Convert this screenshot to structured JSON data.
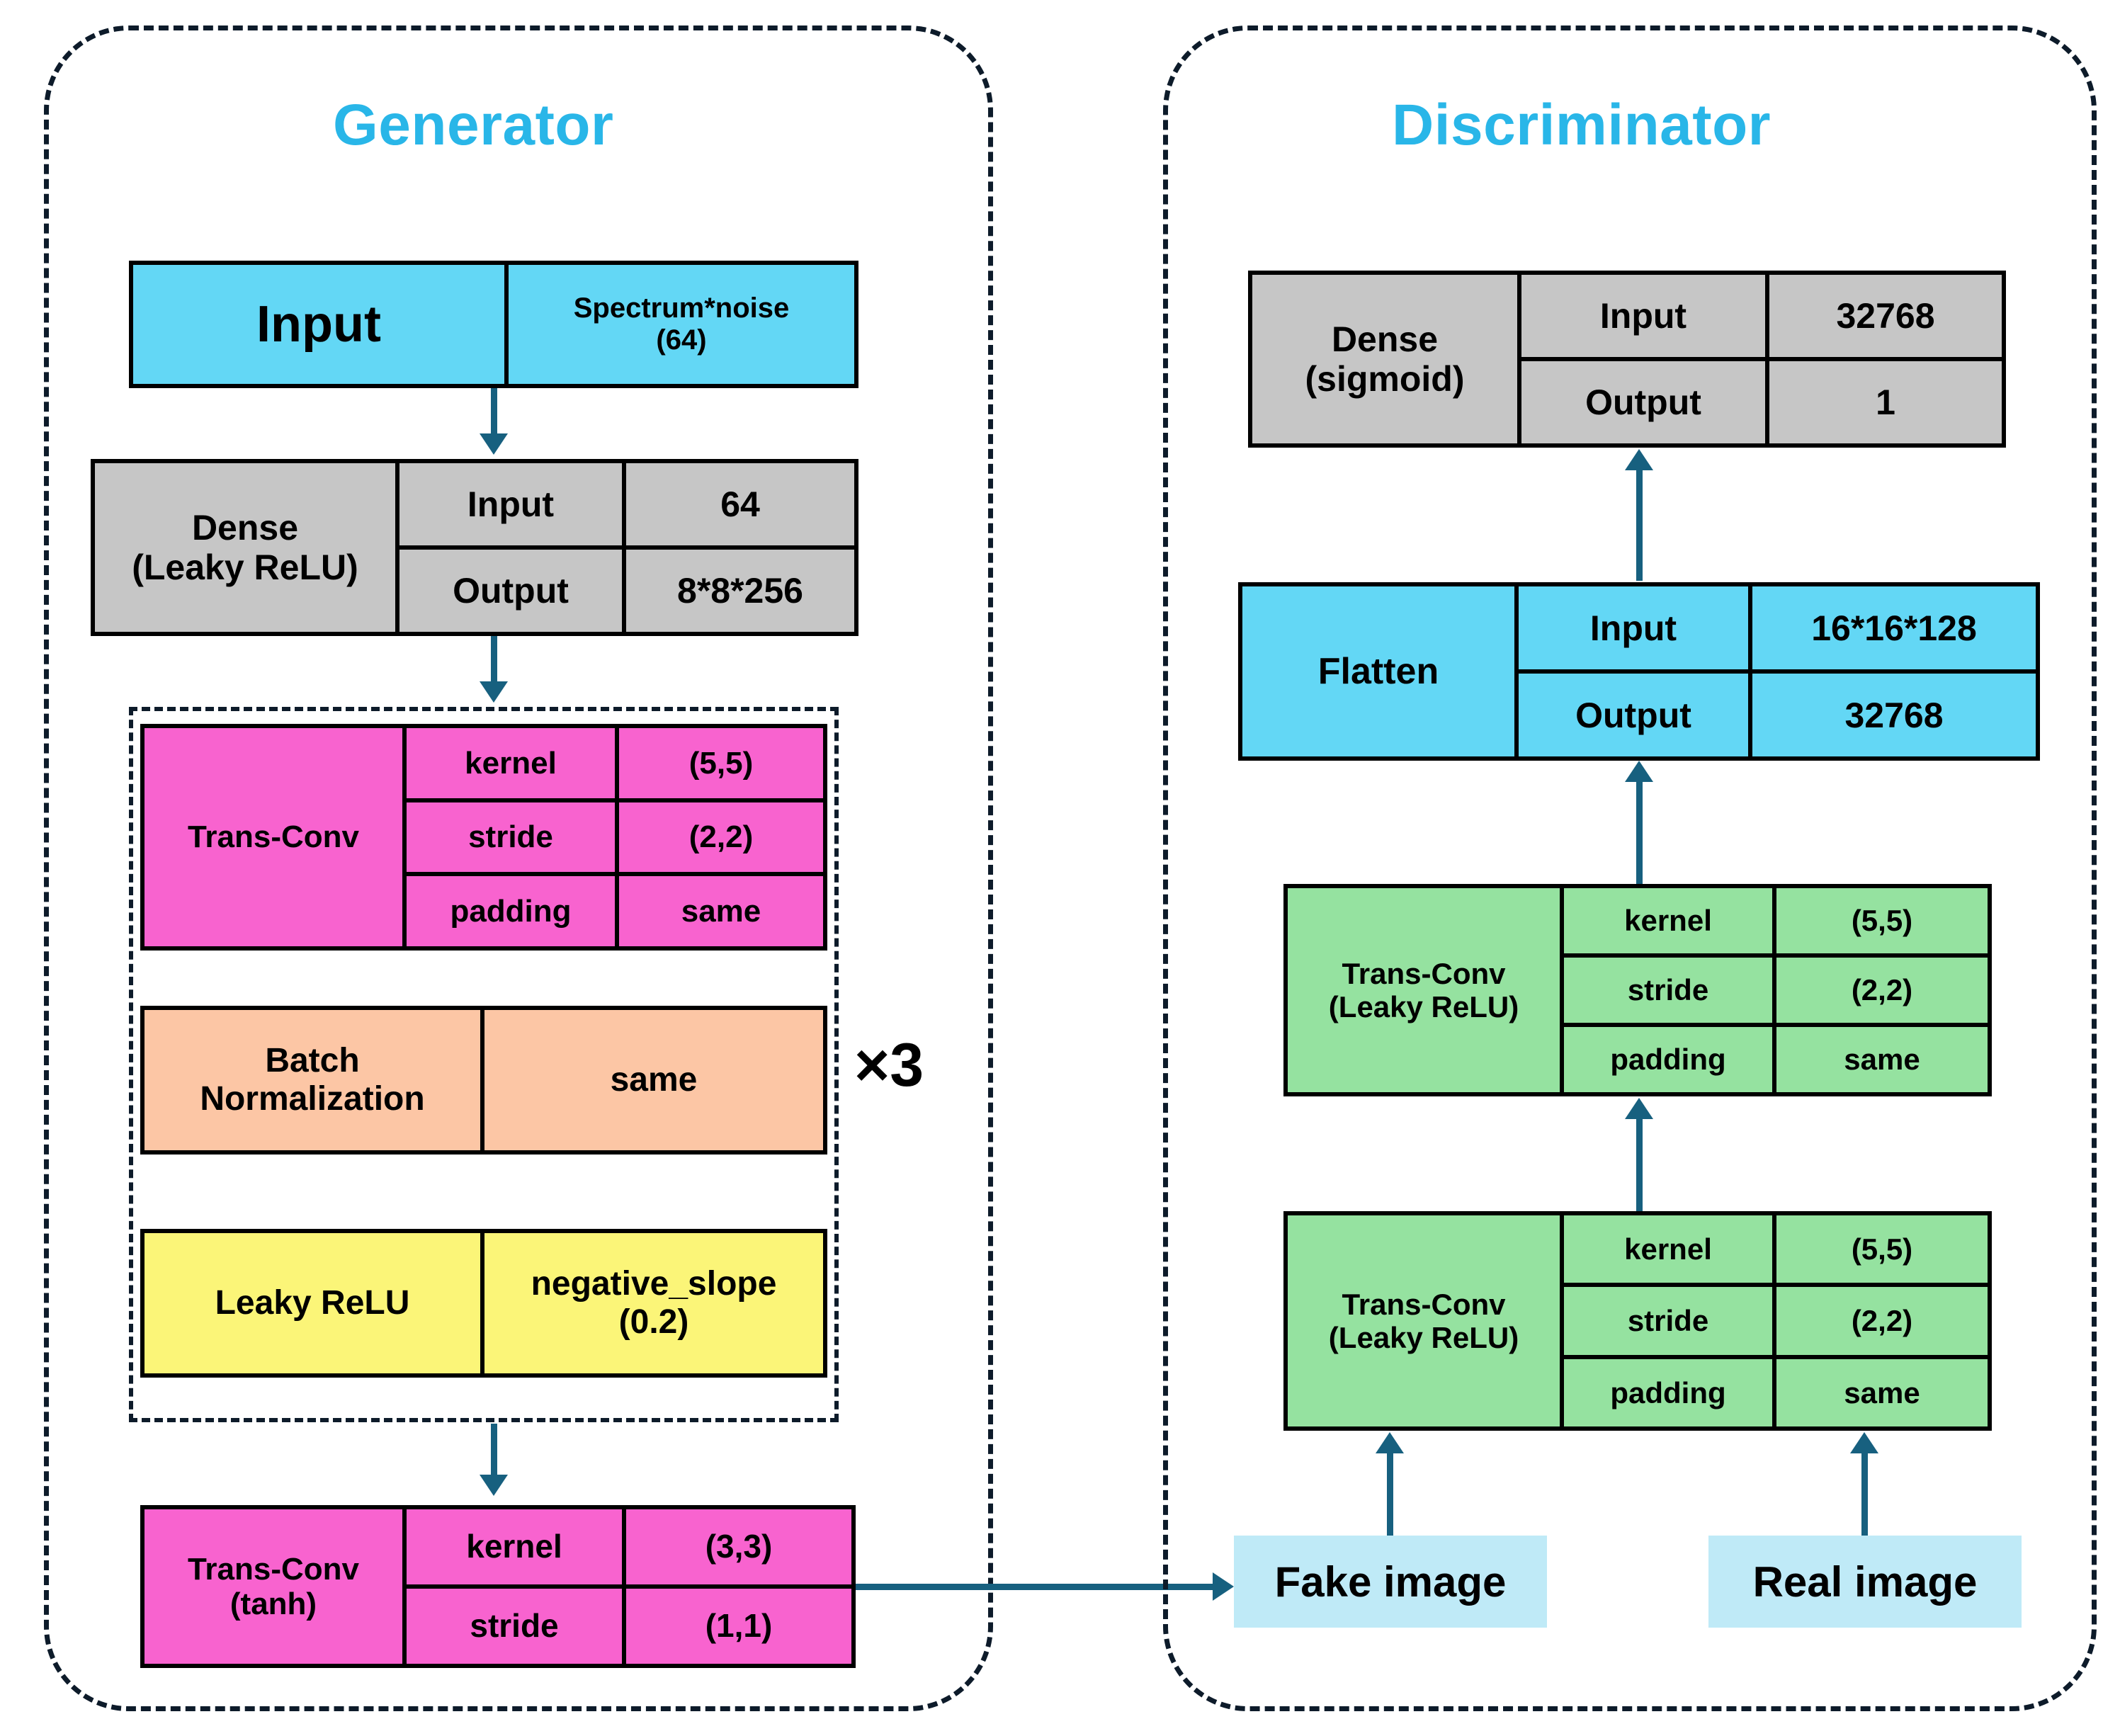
{
  "diagram": {
    "title_generator": "Generator",
    "title_discriminator": "Discriminator",
    "accent_title_color": "#29b6e8",
    "arrow_color": "#17607f",
    "repeat_badge": "×3"
  },
  "generator": {
    "input": {
      "label": "Input",
      "value": "Spectrum*noise\n(64)",
      "value_line1": "Spectrum*noise",
      "value_line2": "(64)",
      "color": "#63d7f5"
    },
    "dense": {
      "label": "Dense\n(Leaky ReLU)",
      "label_line1": "Dense",
      "label_line2": "(Leaky ReLU)",
      "color": "#c6c6c6",
      "rows": [
        {
          "key": "Input",
          "value": "64"
        },
        {
          "key": "Output",
          "value": "8*8*256"
        }
      ]
    },
    "trans_conv": {
      "label": "Trans-Conv",
      "color": "#f863cf",
      "rows": [
        {
          "key": "kernel",
          "value": "(5,5)"
        },
        {
          "key": "stride",
          "value": "(2,2)"
        },
        {
          "key": "padding",
          "value": "same"
        }
      ]
    },
    "batch_norm": {
      "label": "Batch\nNormalization",
      "label_line1": "Batch",
      "label_line2": "Normalization",
      "value": "same",
      "color": "#fcc6a5"
    },
    "leaky_relu": {
      "label": "Leaky ReLU",
      "value_line1": "negative_slope",
      "value_line2": "(0.2)",
      "color": "#fbf578"
    },
    "trans_conv_tanh": {
      "label": "Trans-Conv\n(tanh)",
      "label_line1": "Trans-Conv",
      "label_line2": "(tanh)",
      "color": "#f863cf",
      "rows": [
        {
          "key": "kernel",
          "value": "(3,3)"
        },
        {
          "key": "stride",
          "value": "(1,1)"
        }
      ]
    }
  },
  "discriminator": {
    "dense": {
      "label_line1": "Dense",
      "label_line2": "(sigmoid)",
      "color": "#c6c6c6",
      "rows": [
        {
          "key": "Input",
          "value": "32768"
        },
        {
          "key": "Output",
          "value": "1"
        }
      ]
    },
    "flatten": {
      "label": "Flatten",
      "color": "#63d7f5",
      "rows": [
        {
          "key": "Input",
          "value": "16*16*128"
        },
        {
          "key": "Output",
          "value": "32768"
        }
      ]
    },
    "trans_conv_1": {
      "label_line1": "Trans-Conv",
      "label_line2": "(Leaky ReLU)",
      "color": "#95e2a0",
      "rows": [
        {
          "key": "kernel",
          "value": "(5,5)"
        },
        {
          "key": "stride",
          "value": "(2,2)"
        },
        {
          "key": "padding",
          "value": "same"
        }
      ]
    },
    "trans_conv_2": {
      "label_line1": "Trans-Conv",
      "label_line2": "(Leaky ReLU)",
      "color": "#95e2a0",
      "rows": [
        {
          "key": "kernel",
          "value": "(5,5)"
        },
        {
          "key": "stride",
          "value": "(2,2)"
        },
        {
          "key": "padding",
          "value": "same"
        }
      ]
    },
    "fake_image": {
      "label": "Fake image",
      "color": "#bfeaf7"
    },
    "real_image": {
      "label": "Real image",
      "color": "#bfeaf7"
    }
  }
}
